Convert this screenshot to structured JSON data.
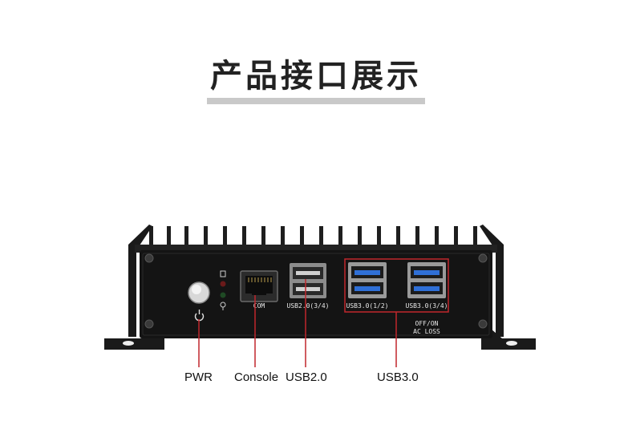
{
  "heading": "产品接口展示",
  "port_labels": {
    "com": "COM",
    "usb2": "USB2.0(3/4)",
    "usb3_a": "USB3.0(1/2)",
    "usb3_b": "USB3.0(3/4)",
    "off_on": "OFF/ON",
    "ac_loss": "AC LOSS"
  },
  "callouts": {
    "pwr": "PWR",
    "console": "Console",
    "usb2": "USB2.0",
    "usb3": "USB3.0"
  },
  "colors": {
    "callout_line": "#c0262c",
    "chassis": "#141414",
    "usb3_blue": "#2f6fd6"
  }
}
